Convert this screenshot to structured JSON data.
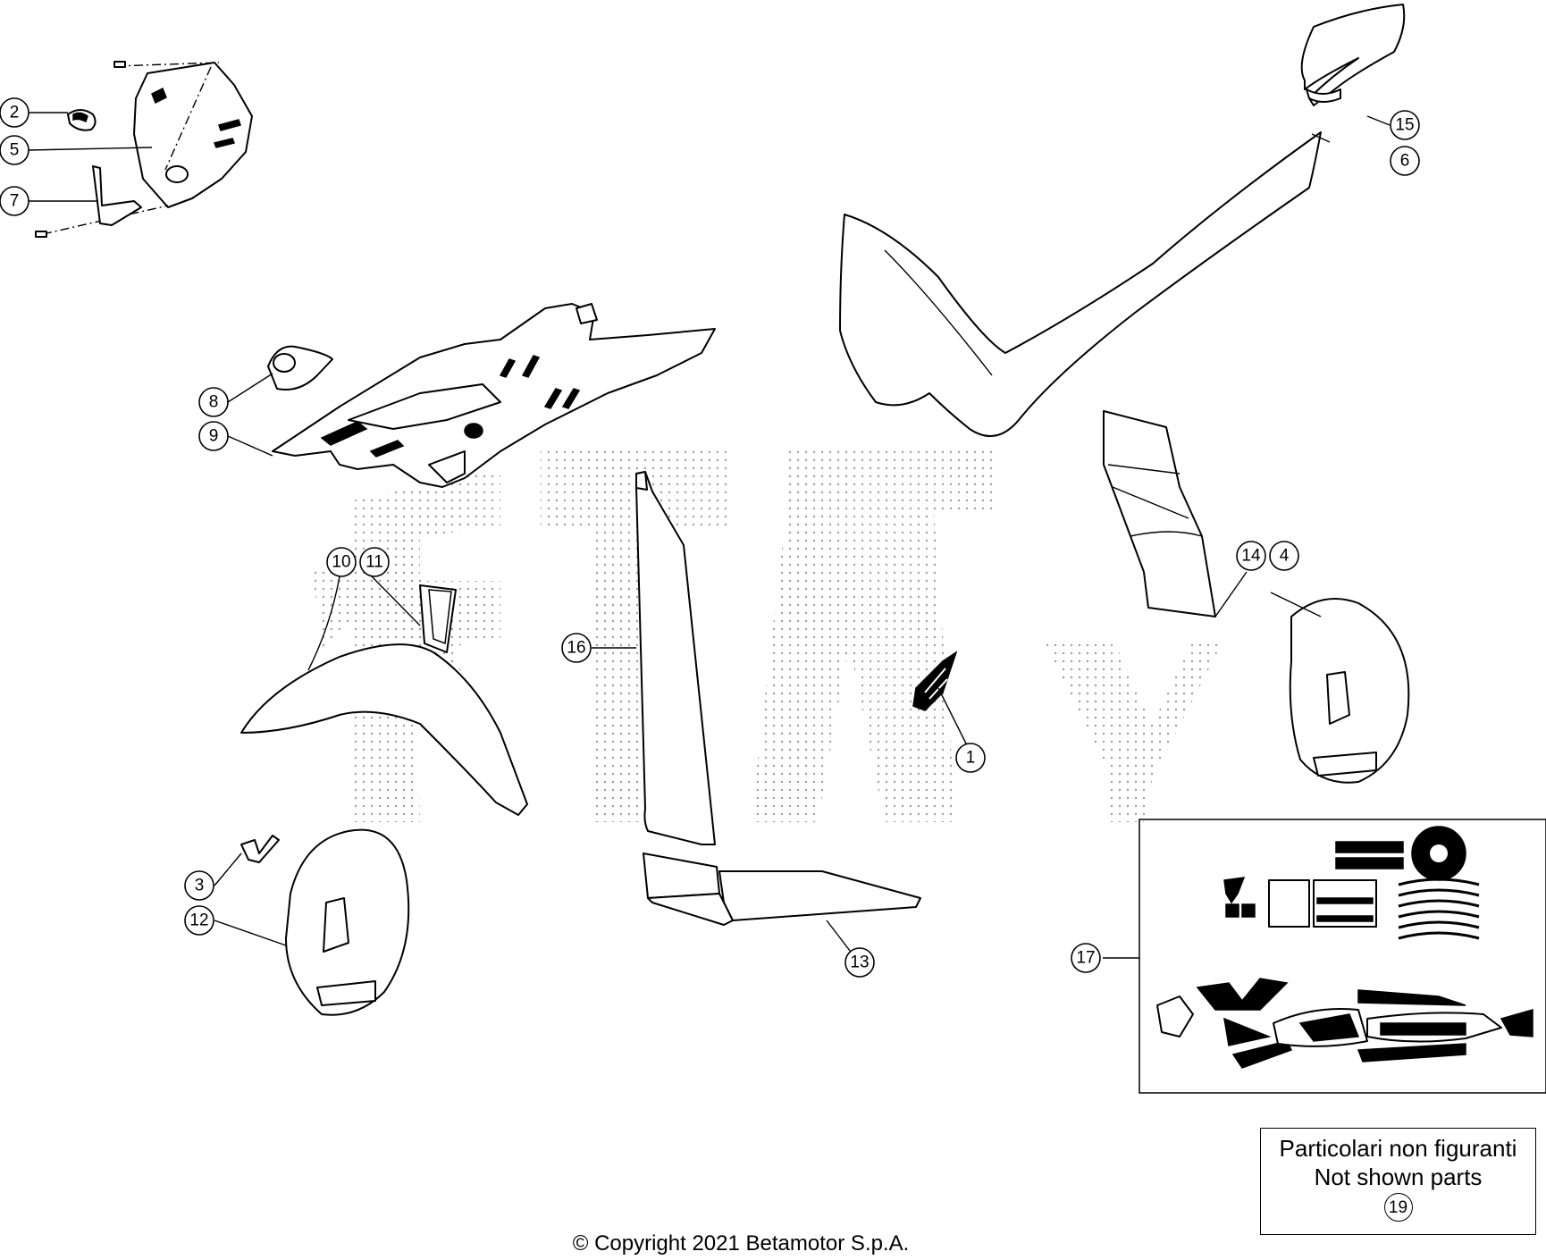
{
  "callouts": [
    {
      "id": "1",
      "label": "1"
    },
    {
      "id": "2",
      "label": "2"
    },
    {
      "id": "3",
      "label": "3"
    },
    {
      "id": "4",
      "label": "4"
    },
    {
      "id": "5",
      "label": "5"
    },
    {
      "id": "6",
      "label": "6"
    },
    {
      "id": "7",
      "label": "7"
    },
    {
      "id": "8",
      "label": "8"
    },
    {
      "id": "9",
      "label": "9"
    },
    {
      "id": "10",
      "label": "10"
    },
    {
      "id": "11",
      "label": "11"
    },
    {
      "id": "12",
      "label": "12"
    },
    {
      "id": "13",
      "label": "13"
    },
    {
      "id": "14",
      "label": "14"
    },
    {
      "id": "15",
      "label": "15"
    },
    {
      "id": "16",
      "label": "16"
    },
    {
      "id": "17",
      "label": "17"
    }
  ],
  "note": {
    "line1": "Particolari non figuranti",
    "line2": "Not shown parts",
    "number": "19"
  },
  "copyright": "© Copyright 2021 Betamotor S.p.A."
}
